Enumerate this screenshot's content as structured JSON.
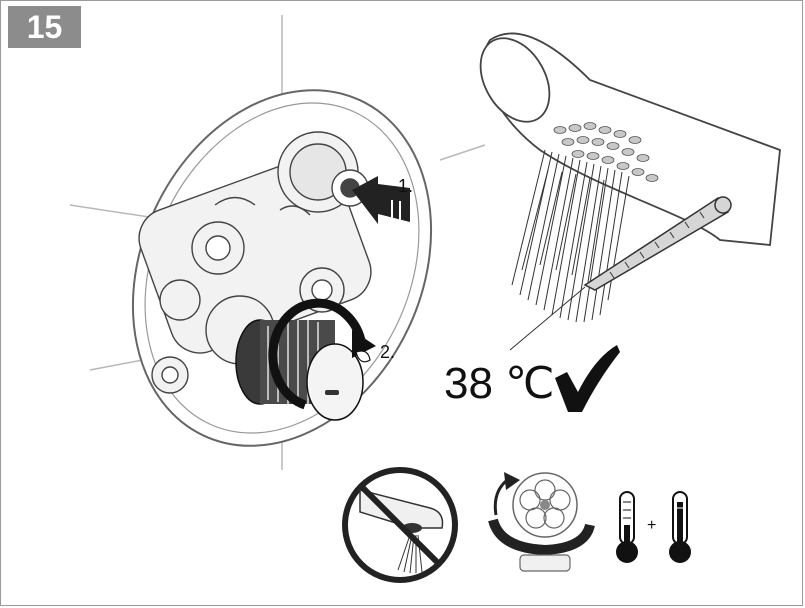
{
  "step": {
    "number": "15"
  },
  "labels": {
    "step1": "1.",
    "step2": "2.",
    "temperature": "38 ℃",
    "plus": "+"
  },
  "icons": [
    "wall-cutout-outline-icon",
    "mixing-valve-body-icon",
    "cartridge-push-arrow-icon",
    "rotation-arrow-icon",
    "temperature-knob-icon",
    "shower-head-icon",
    "water-spray-icon",
    "thermometer-icon",
    "checkmark-icon",
    "no-spout-flow-icon",
    "rotate-valve-icon",
    "thermometer-cold-icon",
    "thermometer-hot-icon"
  ],
  "colors": {
    "badge": "#8c8c8c",
    "line": "#555555",
    "fill_light": "#f0f0f0"
  }
}
